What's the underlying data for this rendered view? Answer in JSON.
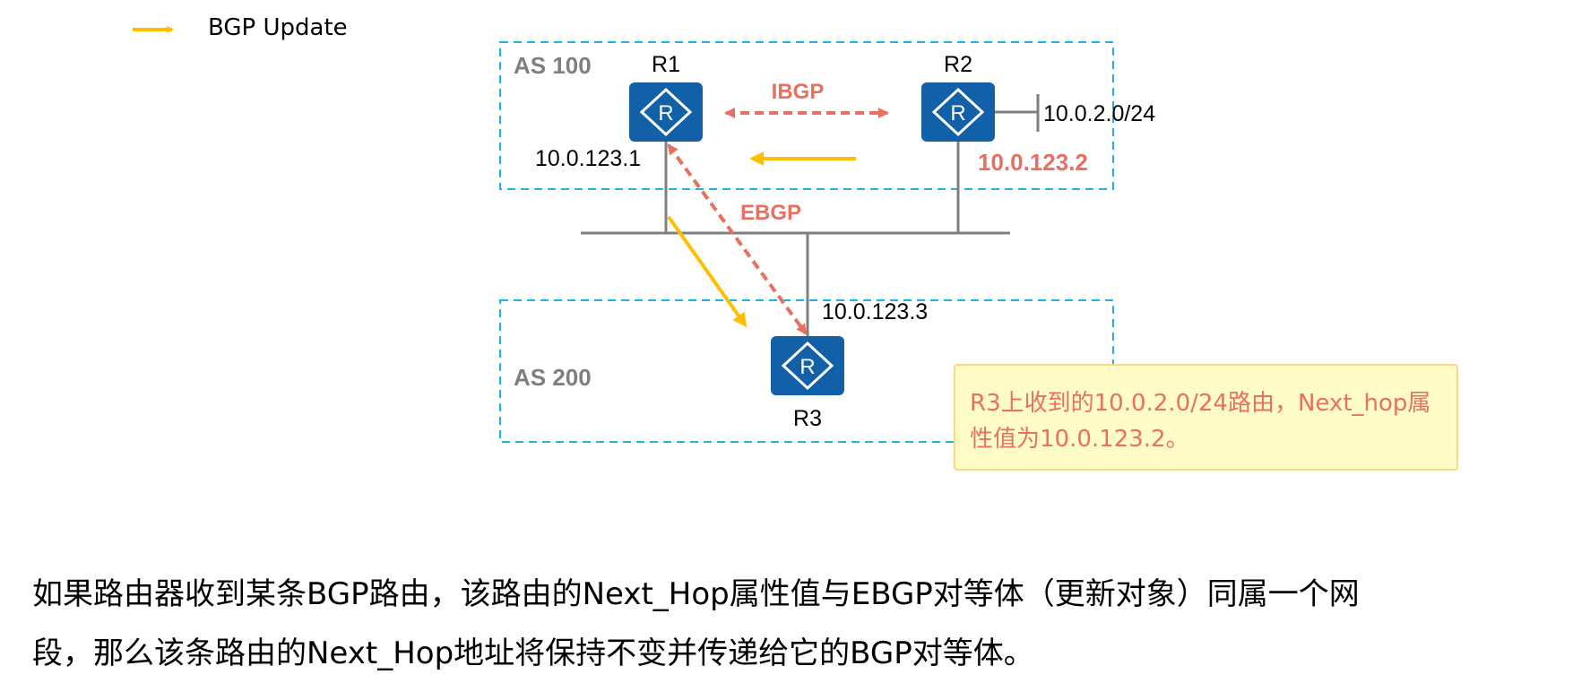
{
  "legend": {
    "icon": "yellow-arrow-icon",
    "label": "BGP Update"
  },
  "colors": {
    "as_border": "#1ab4e8",
    "router_fill": "#1160a8",
    "link": "#808080",
    "session": "#e8705f",
    "update": "#ffbf00",
    "as_label": "#7f7f7f",
    "callout_bg": "#fffcc8",
    "callout_border": "#ffd58a"
  },
  "autonomous_systems": [
    {
      "id": "as100",
      "label": "AS 100"
    },
    {
      "id": "as200",
      "label": "AS 200"
    }
  ],
  "routers": [
    {
      "id": "r1",
      "label": "R1",
      "icon": "router-icon",
      "ip": "10.0.123.1"
    },
    {
      "id": "r2",
      "label": "R2",
      "icon": "router-icon",
      "ip": "10.0.123.2",
      "stub_network": "10.0.2.0/24"
    },
    {
      "id": "r3",
      "label": "R3",
      "icon": "router-icon",
      "ip": "10.0.123.3"
    }
  ],
  "sessions": [
    {
      "id": "ibgp",
      "label": "IBGP",
      "between": [
        "R1",
        "R2"
      ]
    },
    {
      "id": "ebgp",
      "label": "EBGP",
      "between": [
        "R1",
        "R3"
      ]
    }
  ],
  "updates": [
    {
      "from": "R2",
      "to": "R1"
    },
    {
      "from": "R1",
      "to": "R3"
    }
  ],
  "callout": {
    "line1": "R3上收到的10.0.2.0/24路由，Next_hop属",
    "line2": "性值为10.0.123.2。"
  },
  "description": {
    "line1": "如果路由器收到某条BGP路由，该路由的Next_Hop属性值与EBGP对等体（更新对象）同属一个网",
    "line2": "段，那么该条路由的Next_Hop地址将保持不变并传递给它的BGP对等体。"
  }
}
